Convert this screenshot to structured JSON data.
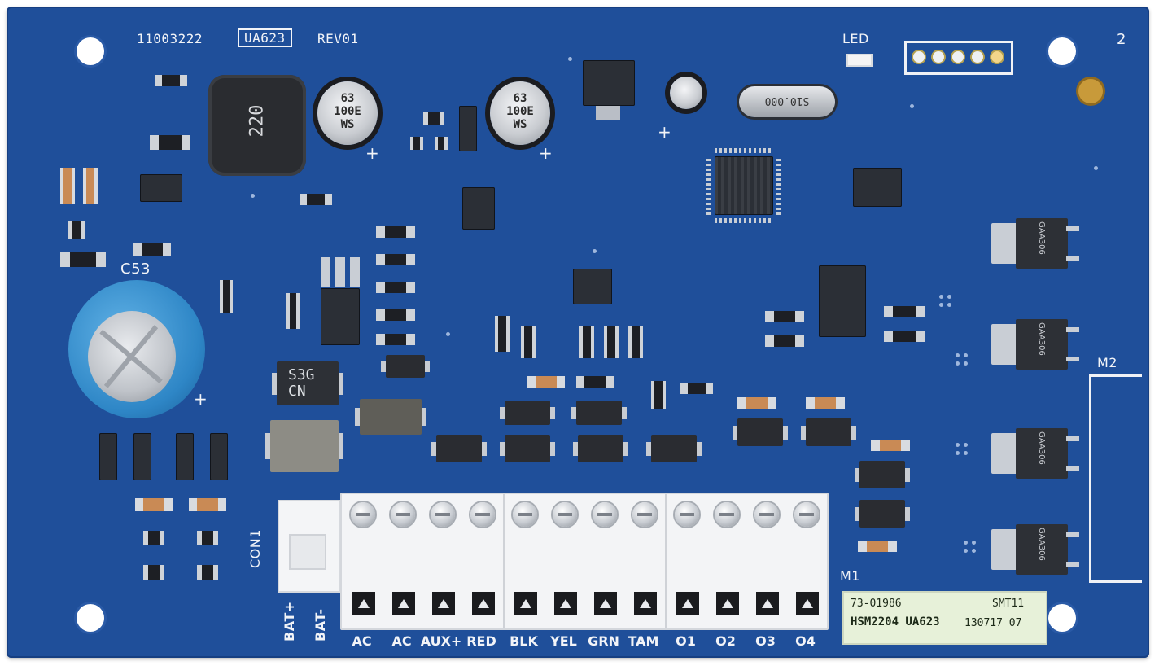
{
  "board": {
    "part_number": "11003222",
    "model_box": "UA623",
    "revision": "REV01",
    "corner_mark": "2",
    "led_label": "LED",
    "cap_label": "C53",
    "plus_sign": "+",
    "connector_label": "CON1",
    "bat_plus": "BAT+",
    "bat_minus": "BAT-",
    "m1_label": "M1",
    "m2_label": "M2"
  },
  "components": {
    "inductor_marking": "220",
    "cap_small_1": [
      "63",
      "100E",
      "WS"
    ],
    "cap_small_2": [
      "63",
      "100E",
      "WS"
    ],
    "crystal_marking": "S10.000",
    "diode_s3g": [
      "S3G",
      "CN"
    ],
    "mosfet_marking": "GAA306"
  },
  "terminals": [
    "AC",
    "AC",
    "AUX+",
    "RED",
    "BLK",
    "YEL",
    "GRN",
    "TAM",
    "O1",
    "O2",
    "O3",
    "O4"
  ],
  "label_plate": {
    "code": "73-01986",
    "line2": "HSM2204 UA623",
    "tag": "SMT11",
    "date": "130717 07"
  },
  "colors": {
    "pcb": "#1f4f9a",
    "silkscreen": "#f2f4f8",
    "capacitor_sleeve": "#2e86c6",
    "label_plate": "#e7f1d9"
  }
}
